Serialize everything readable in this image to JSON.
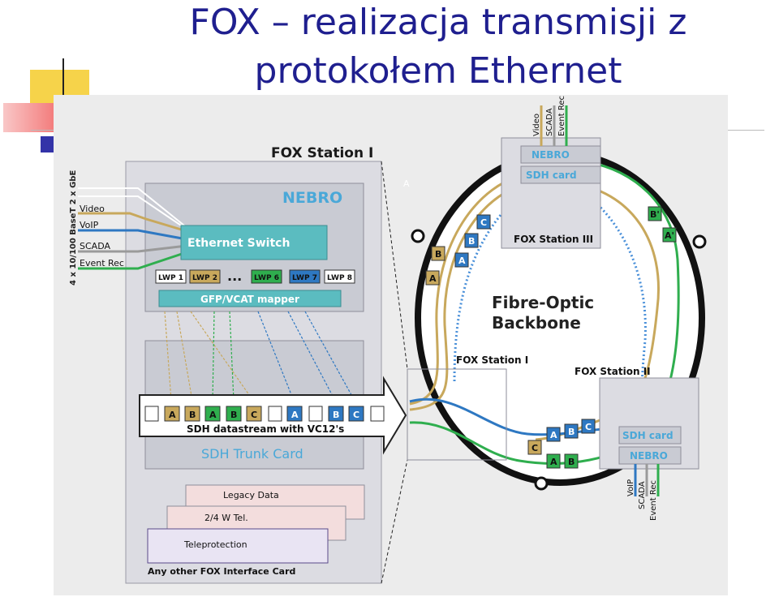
{
  "slide": {
    "title_line1": "FOX – realizacja transmisji z",
    "title_line2": "protokołem Ethernet"
  },
  "diagram": {
    "fox_station_1_title": "FOX Station I",
    "nebro_main": "NEBRO",
    "port_spec": "4 x 10/100 BaseT 2 x GbE",
    "inputs": [
      "Video",
      "VoIP",
      "SCADA",
      "Event Rec"
    ],
    "ethernet_switch": "Ethernet Switch",
    "lwp": [
      "LWP 1",
      "LWP 2",
      "LWP 6",
      "LWP 7",
      "LWP 8"
    ],
    "lwp_ellipsis": "...",
    "gfp_mapper": "GFP/VCAT mapper",
    "datastream_label": "SDH datastream with VC12's",
    "sdh_trunk_card": "SDH Trunk Card",
    "cards": [
      "Legacy Data",
      "2/4 W Tel.",
      "Teleprotection"
    ],
    "other_card": "Any other FOX Interface Card",
    "ring_label_1": "Fibre-Optic",
    "ring_label_2": "Backbone",
    "ring_corner_label": "A",
    "station_1": "FOX Station I",
    "station_2": "FOX Station II",
    "station_3": "FOX Station III",
    "nebro": "NEBRO",
    "sdh_card": "SDH card",
    "station3_services": [
      "Video",
      "SCADA",
      "Event Rec"
    ],
    "station2_services": [
      "VoIP",
      "SCADA",
      "Event Rec"
    ],
    "slot_letters": {
      "a": "A",
      "b": "B",
      "c": "C",
      "a1": "A'",
      "b1": "B'"
    },
    "colors": {
      "video": "#c8a85c",
      "voip": "#2e78c2",
      "scada": "#9a9a9a",
      "event": "#2fae4e",
      "teal": "#5bbcc0",
      "title": "#1f1f8f"
    }
  }
}
